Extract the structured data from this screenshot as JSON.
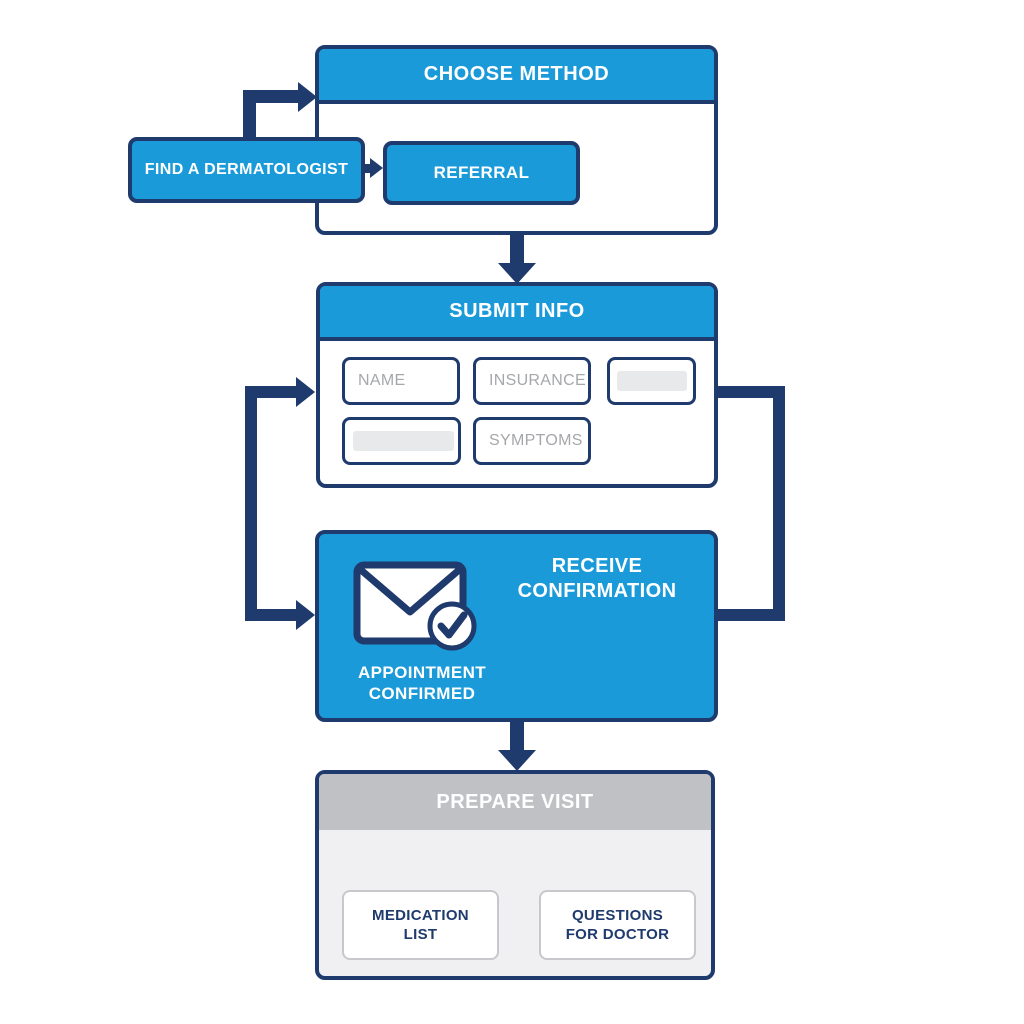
{
  "palette": {
    "accent_blue": "#1B9AD9",
    "navy": "#1F3A6D",
    "gray_header": "#C0C1C4",
    "gray_body": "#F0F0F2",
    "placeholder_gray": "#A5A7AA",
    "filler_gray": "#E8E9EB",
    "button_border_gray": "#C7C8CB"
  },
  "flowchart": {
    "find_dermatologist": {
      "label": "FIND A DERMATOLOGIST"
    },
    "choose_method": {
      "title": "CHOOSE METHOD",
      "referral_label": "REFERRAL"
    },
    "submit_info": {
      "title": "SUBMIT INFO",
      "fields": [
        {
          "placeholder": "NAME",
          "filled": false
        },
        {
          "placeholder": "INSURANCE",
          "filled": false
        },
        {
          "placeholder": "",
          "filled": true
        },
        {
          "placeholder": "",
          "filled": true
        },
        {
          "placeholder": "SYMPTOMS",
          "filled": false
        }
      ]
    },
    "receive_confirmation": {
      "title": "RECEIVE CONFIRMATION",
      "caption": "APPOINTMENT CONFIRMED",
      "icon": "envelope-check-icon"
    },
    "prepare_visit": {
      "title": "PREPARE VISIT",
      "buttons": [
        {
          "label": "MEDICATION LIST"
        },
        {
          "label": "QUESTIONS FOR DOCTOR"
        }
      ]
    }
  }
}
